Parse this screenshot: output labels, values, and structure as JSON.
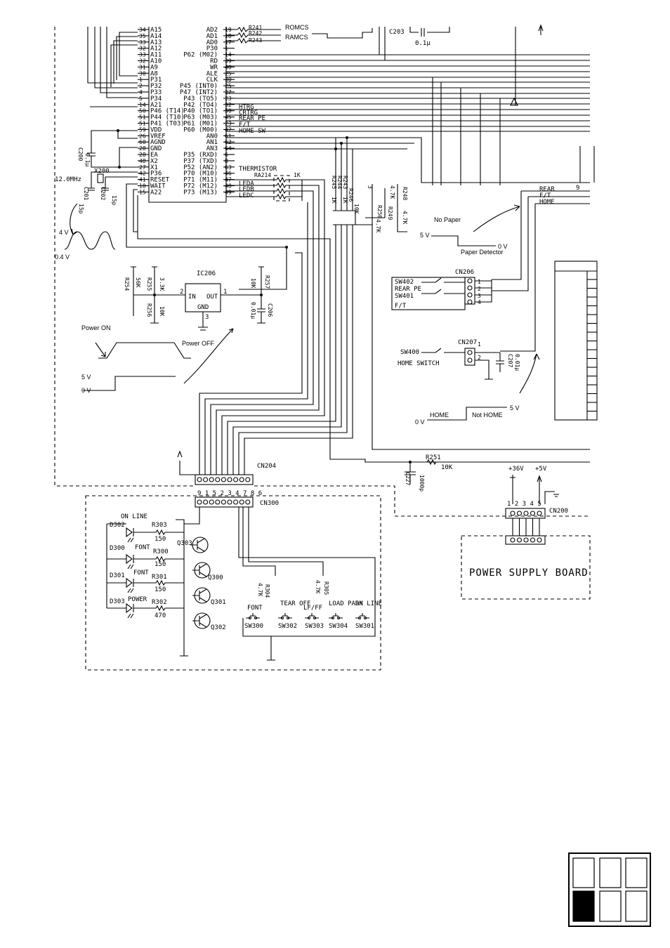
{
  "cpu_pins_left": [
    {
      "pin": "34",
      "name": "A15"
    },
    {
      "pin": "35",
      "name": "A14"
    },
    {
      "pin": "33",
      "name": "A13"
    },
    {
      "pin": "32",
      "name": "A12"
    },
    {
      "pin": "33",
      "name": "A11"
    },
    {
      "pin": "32",
      "name": "A10"
    },
    {
      "pin": "31",
      "name": "A9"
    },
    {
      "pin": "30",
      "name": "A8"
    },
    {
      "pin": "1",
      "name": "P31"
    },
    {
      "pin": "2",
      "name": "P32"
    },
    {
      "pin": "4",
      "name": "P33"
    },
    {
      "pin": "5",
      "name": "P34"
    },
    {
      "pin": "14",
      "name": "A21"
    },
    {
      "pin": "50",
      "name": "P46 (T14)"
    },
    {
      "pin": "51",
      "name": "P44 (T10)"
    },
    {
      "pin": "51",
      "name": "P41 (T03)"
    },
    {
      "pin": "59",
      "name": "VDD"
    },
    {
      "pin": "26",
      "name": "VREF"
    },
    {
      "pin": "60",
      "name": "AGND"
    },
    {
      "pin": "28",
      "name": "GND"
    },
    {
      "pin": "28",
      "name": "EA"
    },
    {
      "pin": "48",
      "name": "X2"
    },
    {
      "pin": "27",
      "name": "X1"
    },
    {
      "pin": "42",
      "name": "P36"
    },
    {
      "pin": "41",
      "name": "RESET"
    },
    {
      "pin": "18",
      "name": "WAIT"
    },
    {
      "pin": "15",
      "name": "A22"
    }
  ],
  "cpu_pins_right": [
    {
      "name": "AD2",
      "pin": "19"
    },
    {
      "name": "AD1",
      "pin": "18"
    },
    {
      "name": "AD0",
      "pin": "17"
    },
    {
      "name": "P30",
      "pin": "1"
    },
    {
      "name": "P62 (M02)",
      "pin": "14"
    },
    {
      "name": "RD",
      "pin": "39"
    },
    {
      "name": "WR",
      "pin": "40"
    },
    {
      "name": "ALE",
      "pin": "25"
    },
    {
      "name": "CLK",
      "pin": "30"
    },
    {
      "name": "P45 (INT0)",
      "pin": "25"
    },
    {
      "name": "P47 (INT2)",
      "pin": "27"
    },
    {
      "name": "P43 (TO5)",
      "pin": "23"
    },
    {
      "name": "P42 (TO4)",
      "pin": "52"
    },
    {
      "name": "P40 (TO1)",
      "pin": "50"
    },
    {
      "name": "P63 (M03)",
      "pin": "45"
    },
    {
      "name": "P61 (M01)",
      "pin": "23"
    },
    {
      "name": "P60 (M00)",
      "pin": "42"
    },
    {
      "name": "AN0",
      "pin": "61"
    },
    {
      "name": "AN1",
      "pin": "62"
    },
    {
      "name": "AN3",
      "pin": "64"
    },
    {
      "name": "P35 (RXD)",
      "pin": "6"
    },
    {
      "name": "P37 (TXD)",
      "pin": "8"
    },
    {
      "name": "P52 (AN2)",
      "pin": "63"
    },
    {
      "name": "P70 (M10)",
      "pin": "46"
    },
    {
      "name": "P71 (M11)",
      "pin": "47"
    },
    {
      "name": "P72 (M12)",
      "pin": "48"
    },
    {
      "name": "P73 (M13)",
      "pin": "49"
    }
  ],
  "labels": {
    "romcs": "ROMCS",
    "ramcs": "RAMCS",
    "r241": "R241",
    "r242": "R242",
    "r243": "R243",
    "c203": "C203",
    "c203_val": "0.1µ",
    "htrg": "HTRG",
    "crtrg": "CRTRG",
    "rear_pe": "REAR PE",
    "ft": "F/T",
    "home_sw": "HOME SW",
    "thermistor": "THERMISTOR",
    "ra214": "RA214",
    "ra214_val": "1K",
    "leda": "LEDA",
    "ledb": "LEDB",
    "ledc": "LEDC",
    "r245": "R245",
    "r244": "R244",
    "r243b": "R243",
    "r246": "R246",
    "r_1k": "1K",
    "r_10k": "10K",
    "r250": "R250",
    "r249": "R249",
    "r248": "R248",
    "r_47k": "4.7K",
    "c200": "C200",
    "c200_val": "0.1µ",
    "x200": "X200",
    "xtal": "12.0MHz",
    "c201": "C201",
    "c202": "C202",
    "c_15p": "15p",
    "osc_hi": "4 V",
    "osc_lo": "0.4 V",
    "ic206": "IC206",
    "ic_in": "IN",
    "ic_out": "OUT",
    "ic_gnd": "GND",
    "ic_p1": "1",
    "ic_p2": "2",
    "ic_p3": "3",
    "r254": "R254",
    "r254_val": "56K",
    "r255": "R255",
    "r255_val": "3.3K",
    "r256": "R256",
    "r256_val": "10K",
    "r257": "R257",
    "r257_val": "10K",
    "c206": "C206",
    "c206_val": "0.01µ",
    "power_on": "Power ON",
    "power_off": "Power OFF",
    "v5": "5 V",
    "v0": "0 V",
    "no_paper": "No Paper",
    "paper_detector": "Paper Detector",
    "cn206": "CN206",
    "sw402": "SW402",
    "sw401": "SW401",
    "rear_pe_sw": "REAR PE",
    "ft_sw": "F/T",
    "cn207": "CN207",
    "sw400": "SW400",
    "home_switch": "HOME SWITCH",
    "c207": "C207",
    "c207_val": "0.01µ",
    "home": "HOME",
    "not_home": "Not HOME",
    "rear": "REAR",
    "ft_r": "F/T",
    "home_r": "HOME",
    "pin9": "9",
    "r251": "R251",
    "r251_val": "10K",
    "c227": "C227",
    "c227_val": "1000p",
    "cn204": "CN204",
    "cn300": "CN300",
    "cn200": "CN200",
    "cn_order": "9 1 5 2 3 4 7 8 6",
    "cn200_order": "1 2 3 4 5",
    "v36": "+36V",
    "v5p": "+5V",
    "psb": "POWER SUPPLY BOARD",
    "online": "ON LINE",
    "font": "FONT",
    "power": "POWER",
    "d302": "D302",
    "d300": "D300",
    "d301": "D301",
    "d303": "D303",
    "r303": "R303",
    "r300": "R300",
    "r301": "R301",
    "r302": "R302",
    "v150": "150",
    "v470": "470",
    "q303": "Q303",
    "q300": "Q300",
    "q301": "Q301",
    "q302": "Q302",
    "r304": "R304",
    "r305": "R305",
    "sw_font": "FONT",
    "sw_tear": "TEAR OFF",
    "sw_lfff": "LF/FF",
    "sw_load": "LOAD PARK",
    "sw_online": "ON LINE",
    "sw300": "SW300",
    "sw302": "SW302",
    "sw303": "SW303",
    "sw304": "SW304",
    "sw301": "SW301",
    "n3": "3",
    "n2": "2",
    "n1": "1",
    "n4": "4",
    "n3b": "3"
  }
}
